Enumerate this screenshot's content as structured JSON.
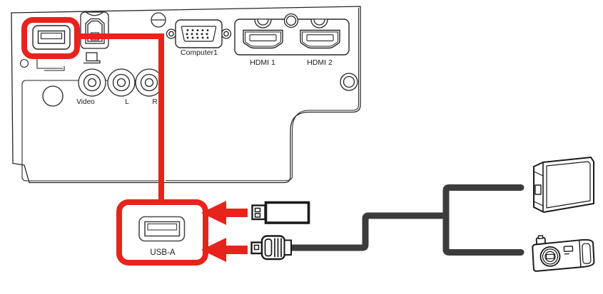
{
  "diagram": {
    "kind": "projector-rear-panel-usb-connection",
    "colors": {
      "highlight_red": "#E8231C",
      "cable_gray": "#3C3C3C",
      "line_black": "#262626"
    },
    "panel": {
      "labels": {
        "computer1": "Computer1",
        "hdmi1": "HDMI 1",
        "hdmi2": "HDMI 2",
        "video": "Video",
        "audio_left": "L",
        "audio_right": "R"
      }
    },
    "callout": {
      "usb_port_label": "USB-A"
    },
    "icons": {
      "devices": [
        "usb-flash-drive",
        "usb-cable-plug",
        "external-drive",
        "digital-camera"
      ]
    }
  }
}
